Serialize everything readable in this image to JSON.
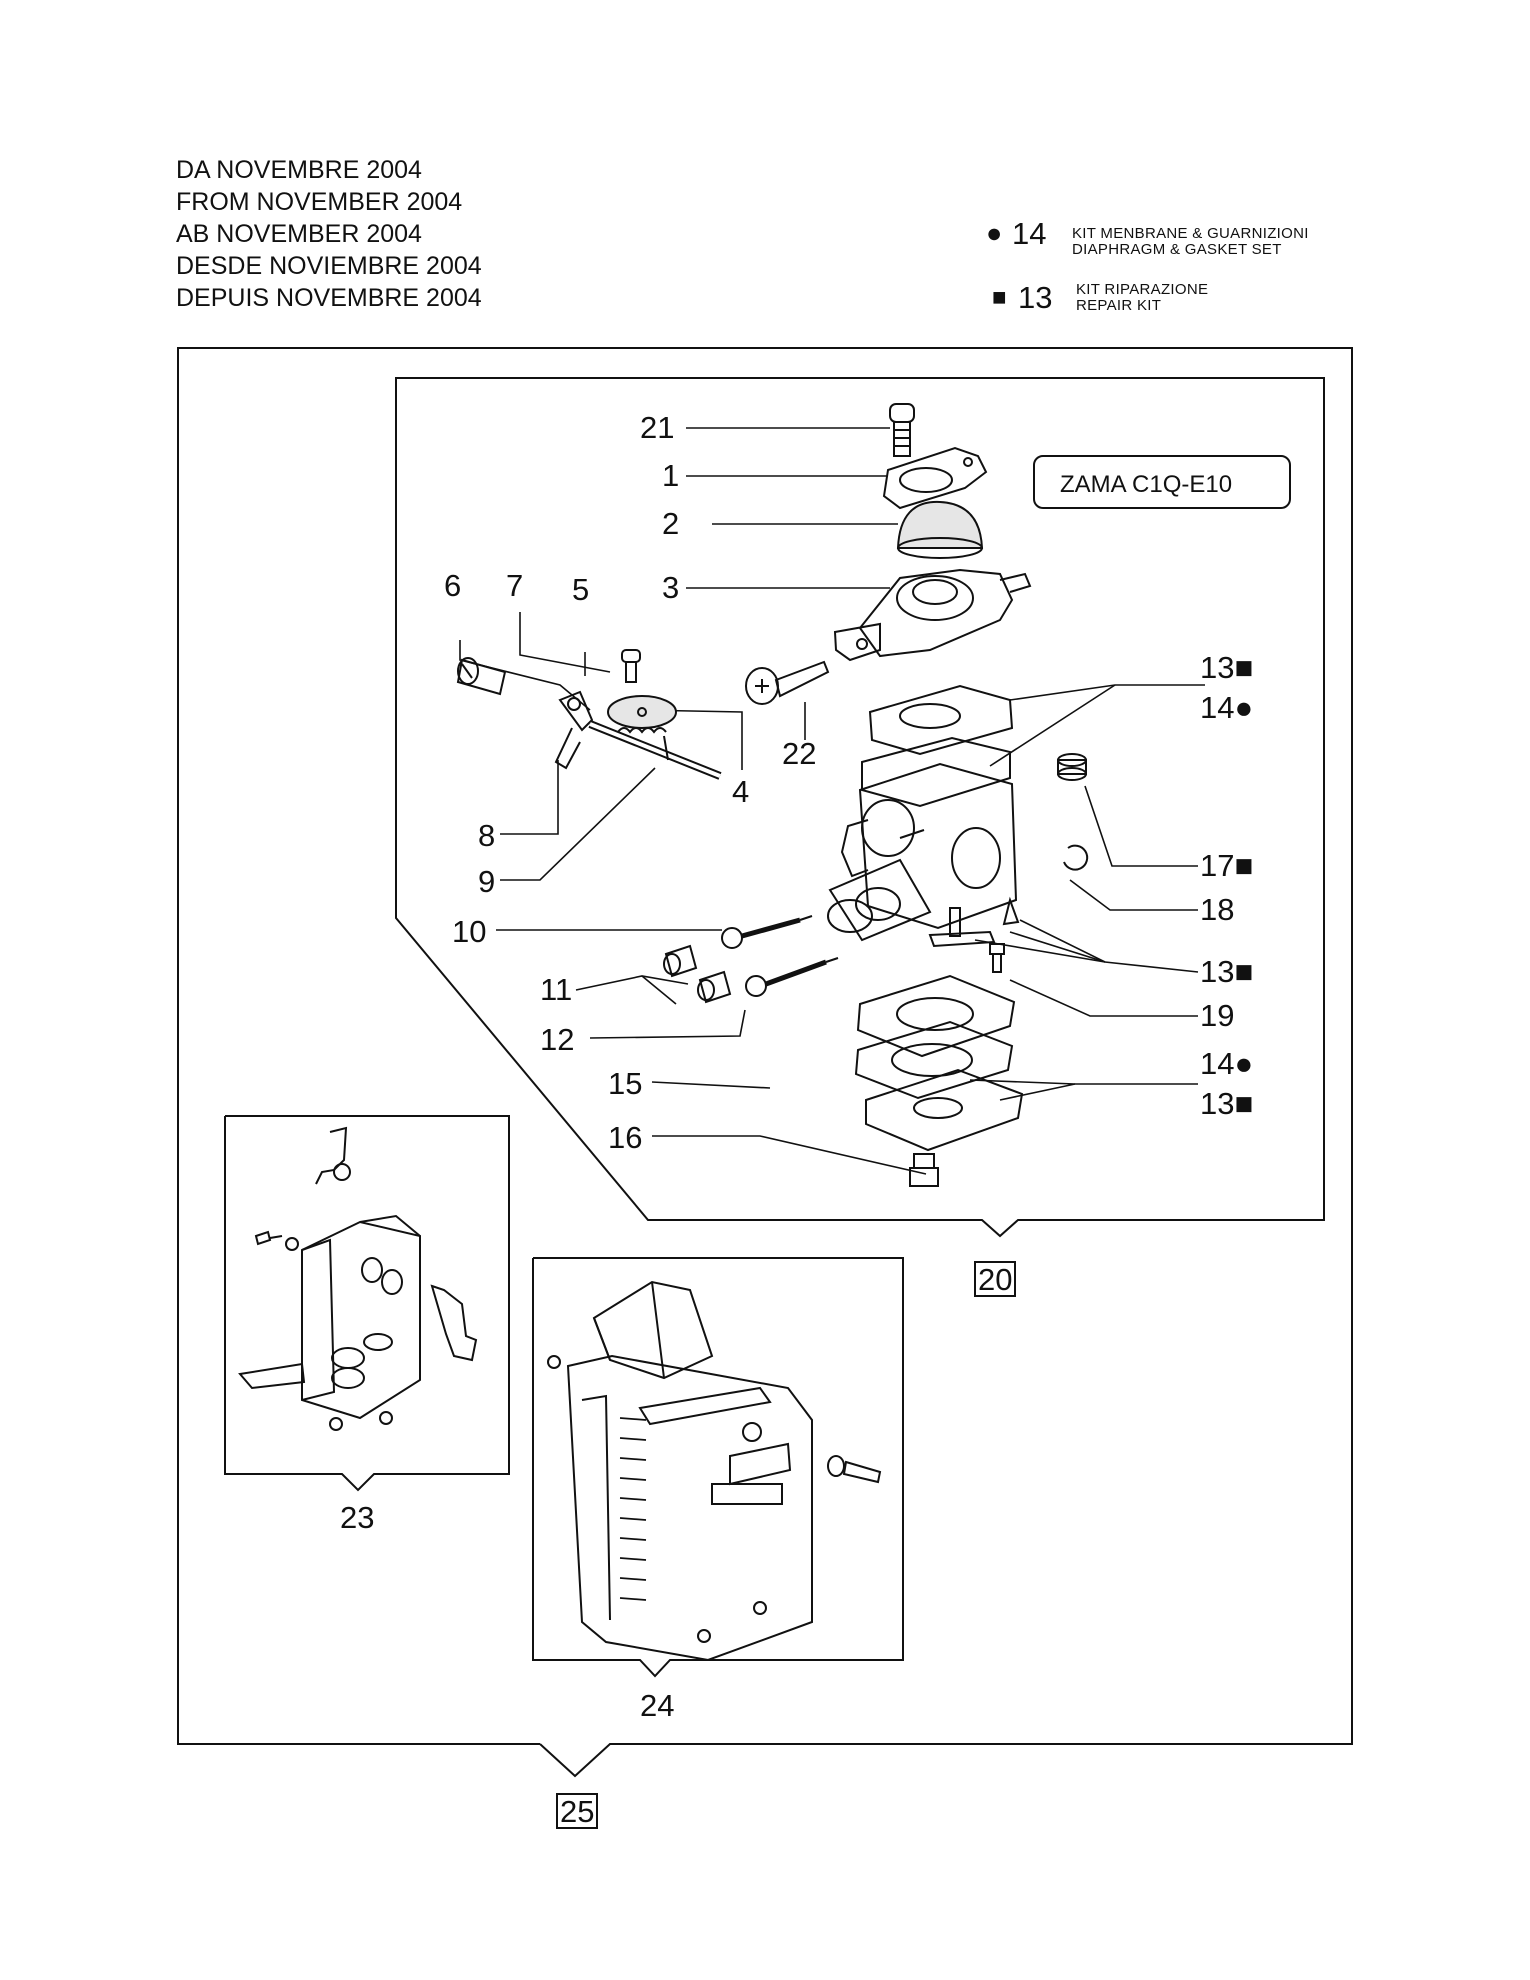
{
  "header": {
    "lines": [
      "DA NOVEMBRE 2004",
      "FROM NOVEMBER 2004",
      "AB NOVEMBER 2004",
      "DESDE NOVIEMBRE 2004",
      "DEPUIS NOVEMBRE 2004"
    ]
  },
  "legend": {
    "kit14": {
      "symbol": "●",
      "number": "14",
      "line1": "KIT MENBRANE & GUARNIZIONI",
      "line2": "DIAPHRAGM & GASKET  SET"
    },
    "kit13": {
      "symbol": "■",
      "number": "13",
      "line1": "KIT RIPARAZIONE",
      "line2": "REPAIR KIT"
    }
  },
  "model_label": "ZAMA C1Q-E10",
  "callouts": {
    "c21": "21",
    "c1": "1",
    "c2": "2",
    "c3": "3",
    "c6": "6",
    "c7": "7",
    "c5": "5",
    "c4": "4",
    "c22": "22",
    "c8": "8",
    "c9": "9",
    "c10": "10",
    "c11": "11",
    "c12": "12",
    "c15": "15",
    "c16": "16",
    "r13a": "13■",
    "r14a": "14●",
    "r17": "17■",
    "r18": "18",
    "r13b": "13■",
    "r19": "19",
    "r14b": "14●",
    "r13c": "13■"
  },
  "assemblies": {
    "a20": "20",
    "a23": "23",
    "a24": "24",
    "a25": "25"
  },
  "colors": {
    "ink": "#111111",
    "paper": "#ffffff",
    "shade": "#e6e6e6"
  }
}
